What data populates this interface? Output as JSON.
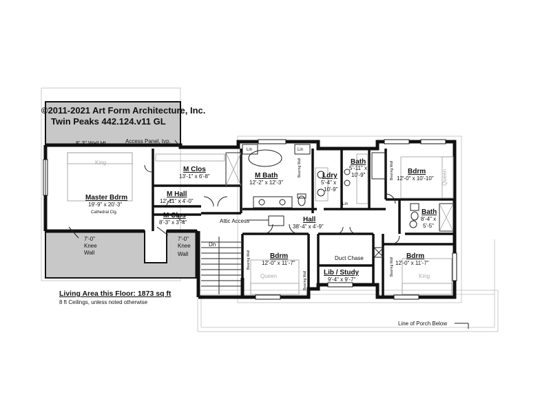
{
  "header": {
    "copyright": "©2011-2021 Art Form Architecture, Inc.",
    "plan_name": "Twin Peaks 442.124.v11 GL"
  },
  "notes": {
    "wall_height": "8'-3\" Wall Ht.",
    "access_panel": "Access Panel, typ.",
    "living_area": "Living Area this Floor: 1873 sq ft",
    "ceilings": "8 ft Ceilings, unless noted otherwise",
    "attic_access": "Attic Access",
    "porch_line": "Line of Porch Below",
    "down": "Dn",
    "duct_chase": "Duct Chase",
    "knee_wall_1": "7'-0\"",
    "knee_wall_2": "7'-0\"",
    "knee": "Knee",
    "wall": "Wall",
    "bearing_wall": "Bearing Wall",
    "linen": "Lin"
  },
  "rooms": {
    "master_bdrm": {
      "name": "Master Bdrm",
      "dim": "19'-9\" x 20'-3\"",
      "note": "Cathedral Clg."
    },
    "m_clos_1": {
      "name": "M Clos",
      "dim": "13'-1\" x 6'-8\""
    },
    "m_bath": {
      "name": "M Bath",
      "dim": "12'-2\" x 12'-3\""
    },
    "m_hall": {
      "name": "M Hall",
      "dim": "12'-11\" x 4'-0\""
    },
    "m_clos_2": {
      "name": "M Clos",
      "dim": "8'-3\" x 3'-4\""
    },
    "ldry": {
      "name": "Ldry",
      "dim1": "5'-4\" x",
      "dim2": "10'-9\""
    },
    "bath_1": {
      "name": "Bath",
      "dim1": "5'-11\" x",
      "dim2": "10'-9\""
    },
    "bdrm_ne": {
      "name": "Bdrm",
      "dim": "12'-0\" x 10'-10\""
    },
    "bath_2": {
      "name": "Bath",
      "dim1": "8'-4\" x",
      "dim2": "5'-5\""
    },
    "hall": {
      "name": "Hall",
      "dim": "38'-4\" x 4'-9\""
    },
    "bdrm_sw": {
      "name": "Bdrm",
      "dim": "12'-0\" x 11'-7\""
    },
    "lib_study": {
      "name": "Lib / Study",
      "dim": "9'-4\" x 9'-7\""
    },
    "bdrm_se": {
      "name": "Bdrm",
      "dim": "12'-0\" x 11'-7\""
    }
  },
  "beds": {
    "king": "King",
    "queen": "Queen"
  }
}
